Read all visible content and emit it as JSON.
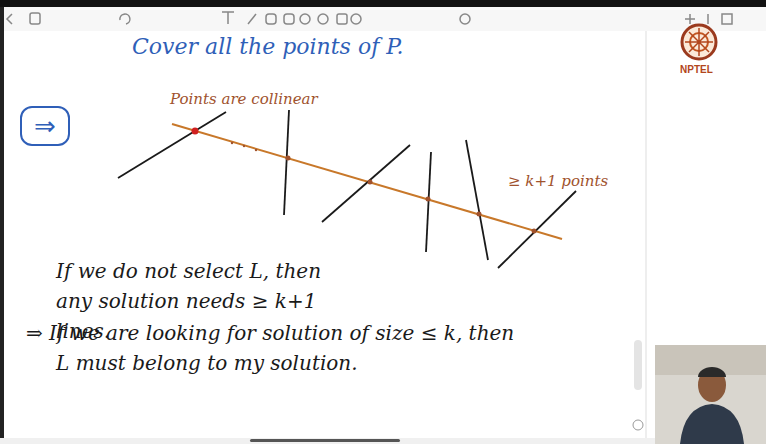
{
  "diagram": {
    "nodes": [
      {
        "text": [
          "⇒"
        ]
      }
    ],
    "labels": [
      "Cover all the points of P.",
      "Points are collinear",
      "≥ k+1 points",
      "If we do not select L, then any solution needs ≥ k+1 lines.",
      "⇒ If we are looking for solution of size ≤ k, then L must belong to my solution.",
      "NPTEL"
    ]
  }
}
